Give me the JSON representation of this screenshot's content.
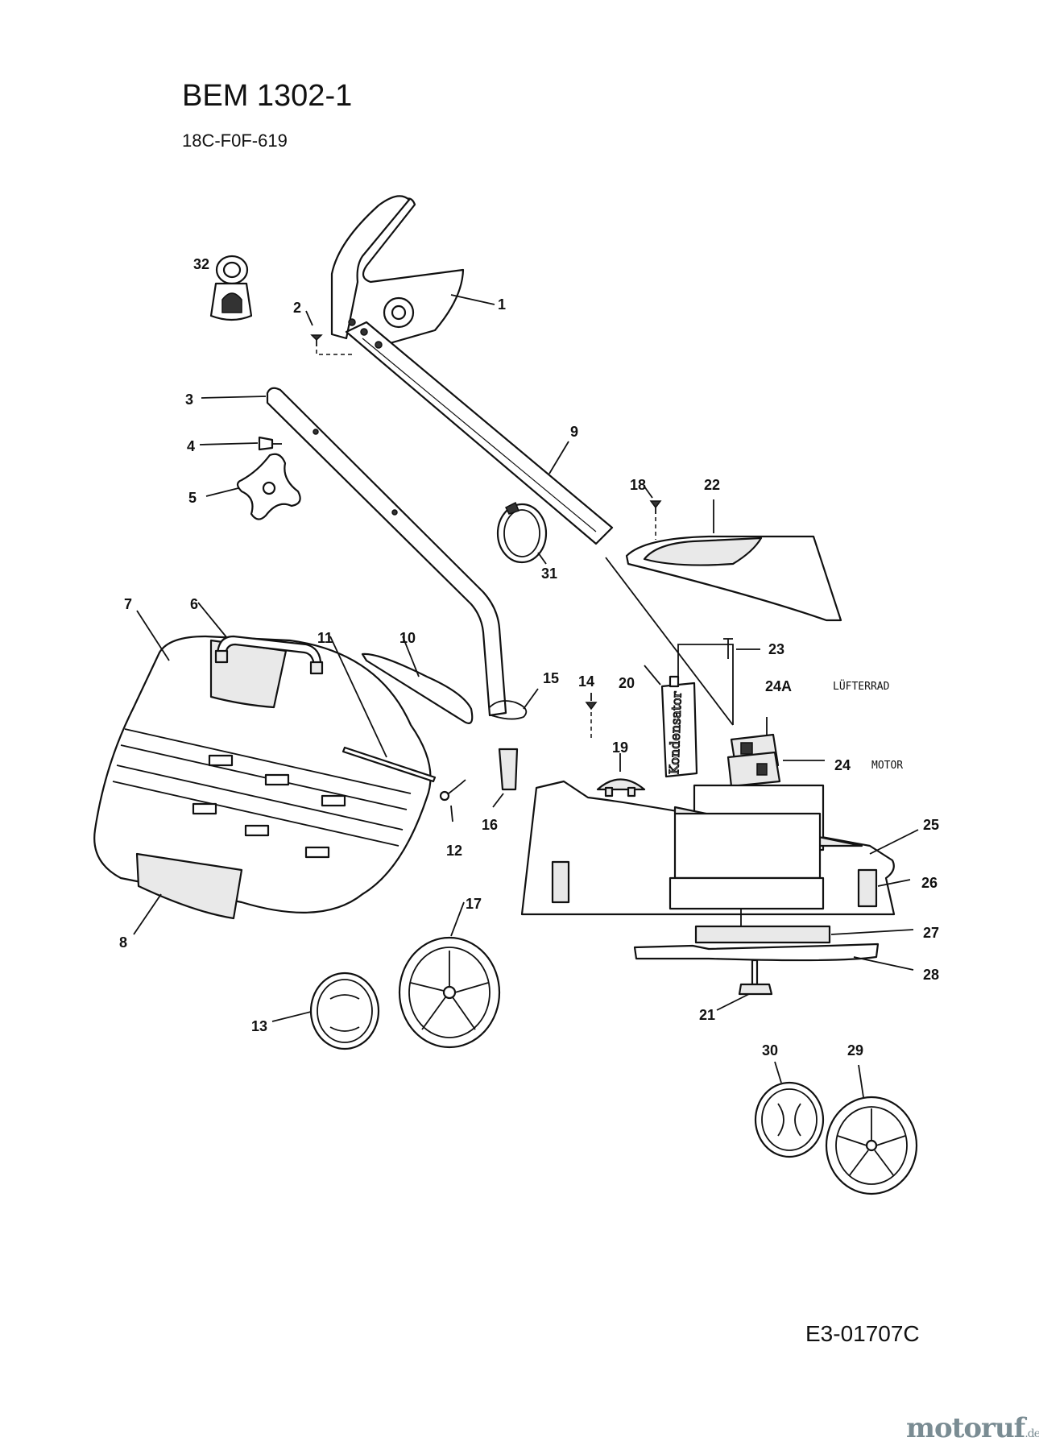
{
  "header": {
    "title": "BEM 1302-1",
    "subtitle": "18C-F0F-619"
  },
  "footer": {
    "drawing_code": "E3-01707C",
    "logo_text": "motoruf",
    "logo_suffix": ".de",
    "logo_color": "#7a8c93"
  },
  "diagram": {
    "part_labels": [
      "1",
      "2",
      "3",
      "4",
      "5",
      "6",
      "7",
      "8",
      "9",
      "10",
      "11",
      "12",
      "13",
      "14",
      "15",
      "16",
      "17",
      "18",
      "19",
      "20",
      "21",
      "22",
      "23",
      "24A",
      "24",
      "25",
      "26",
      "27",
      "28",
      "29",
      "30",
      "31",
      "32"
    ],
    "annotations": {
      "fan": "LÜFTERRAD",
      "motor": "MOTOR",
      "box_text": "Kondensator"
    }
  }
}
